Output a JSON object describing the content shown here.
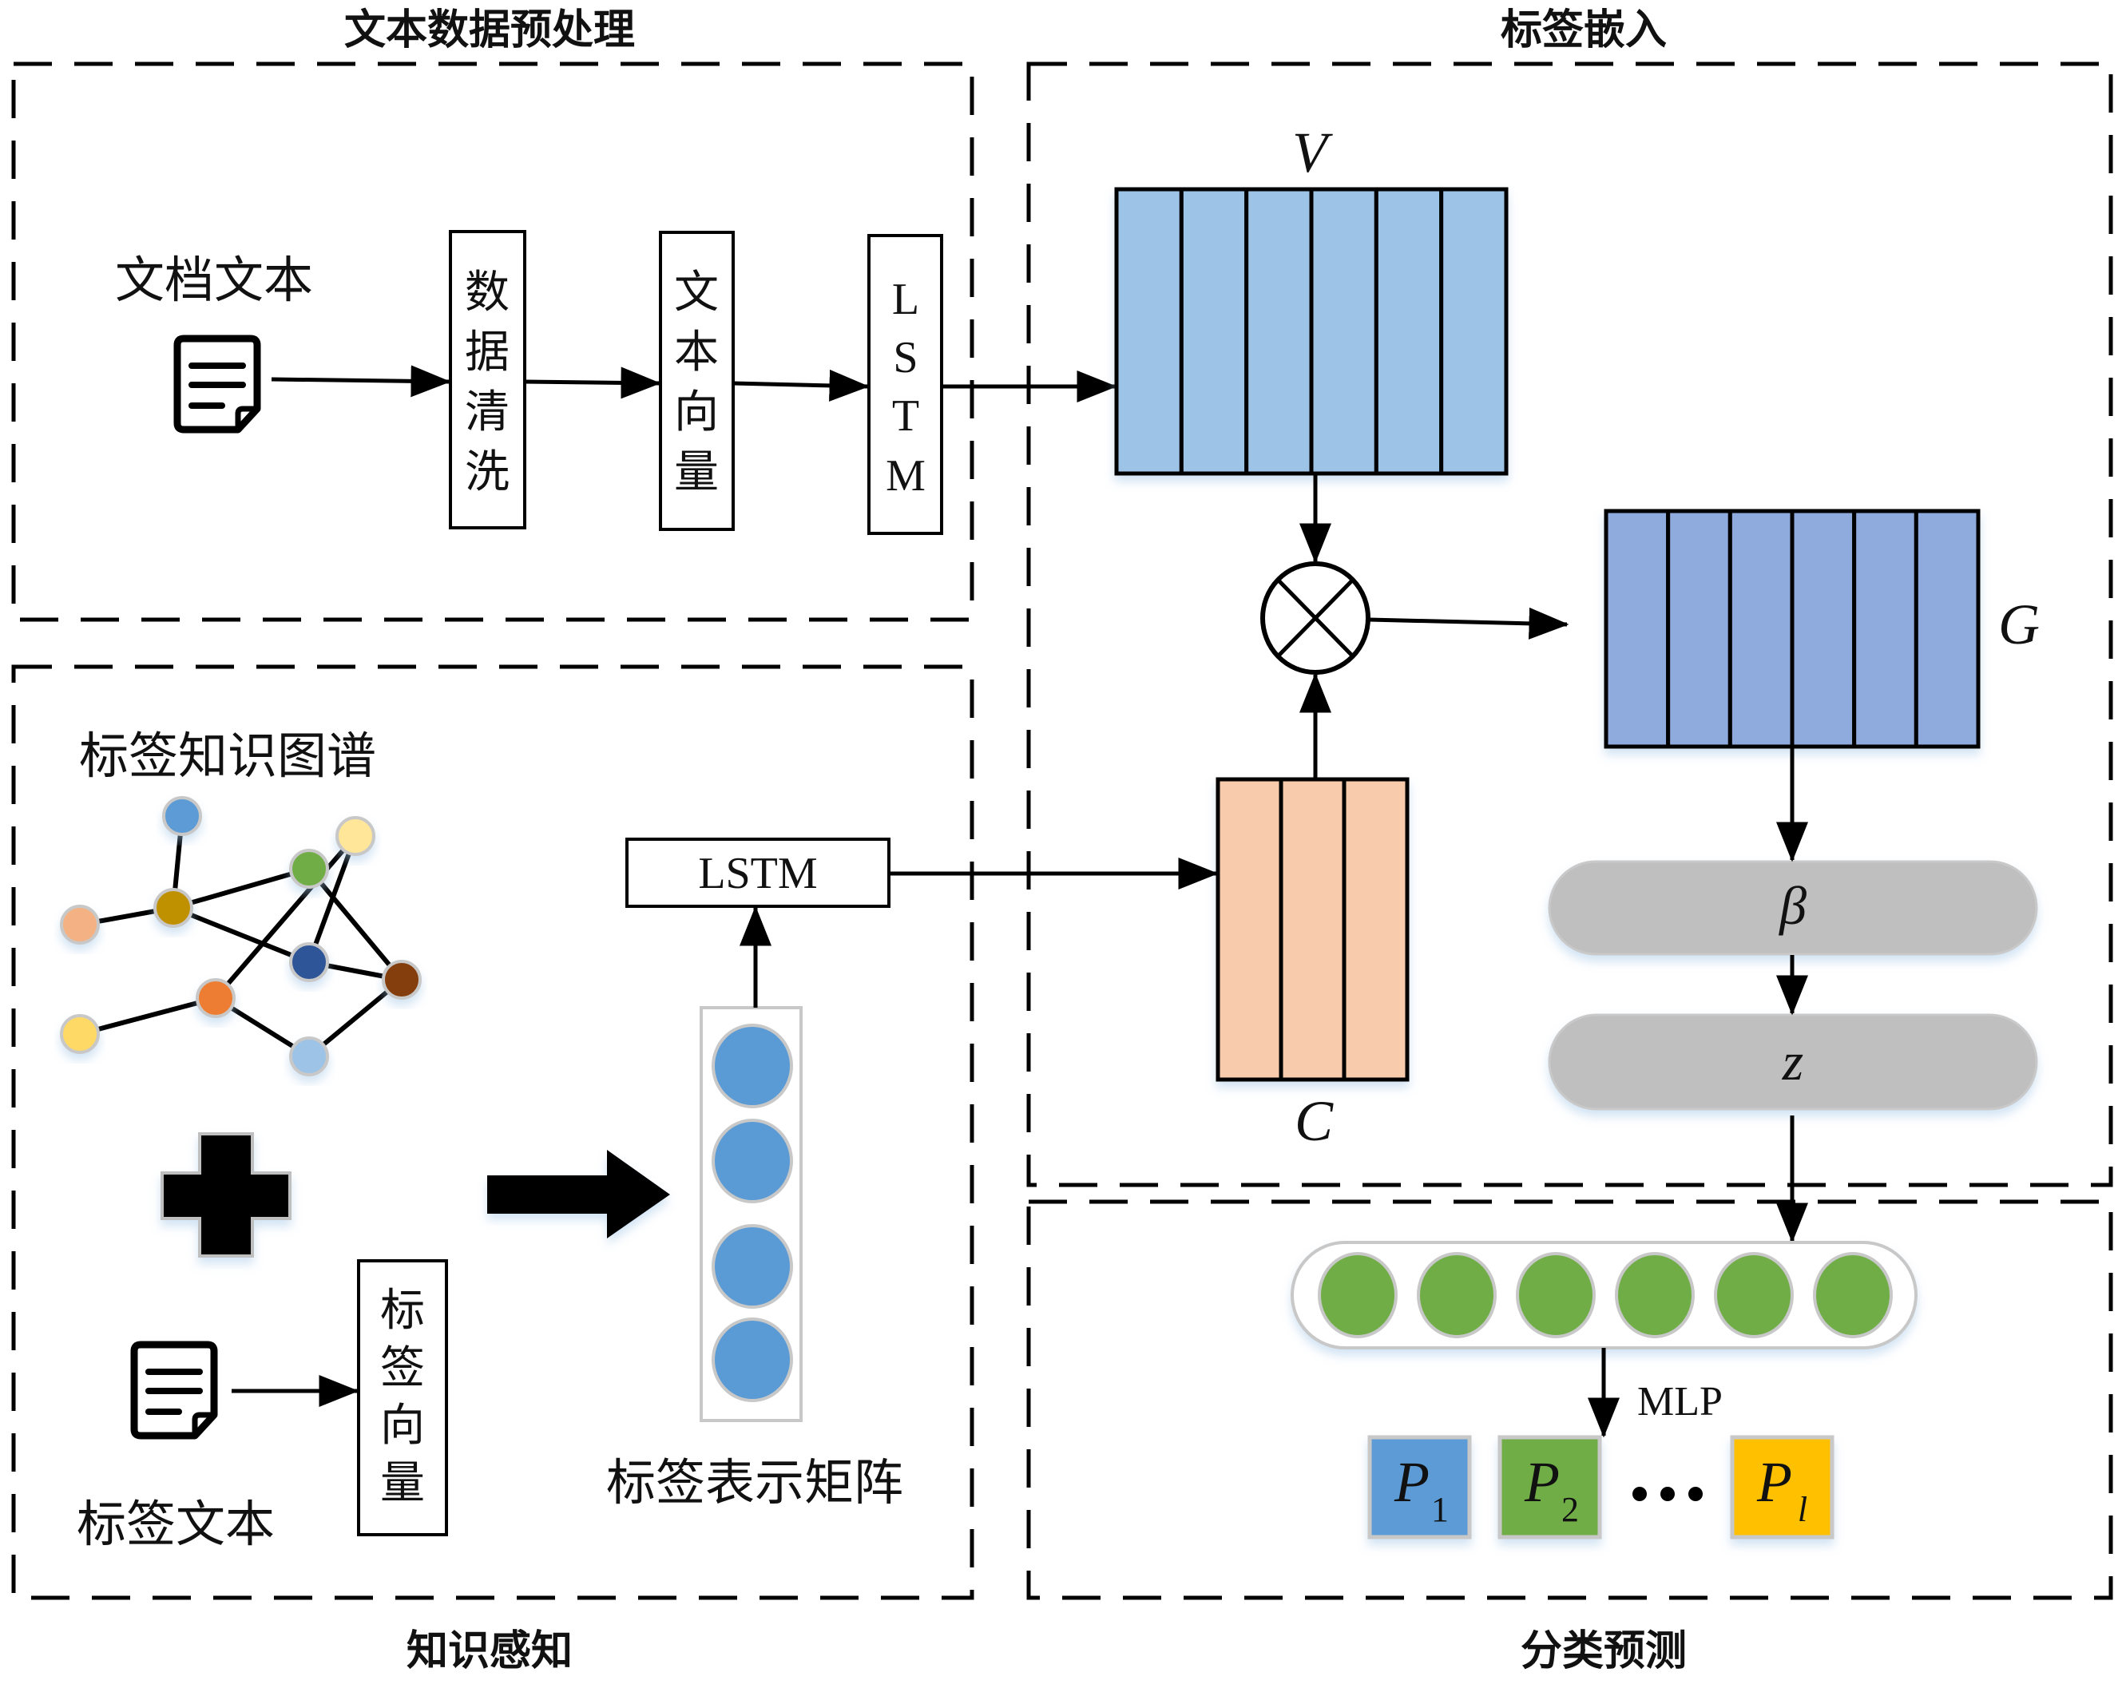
{
  "sections": {
    "text_preprocessing": "文本数据预处理",
    "label_embedding": "标签嵌入",
    "knowledge_perception": "知识感知",
    "classification_prediction": "分类预测"
  },
  "preprocessing": {
    "doc_label": "文档文本",
    "doc_icon": "document-icon",
    "steps": [
      {
        "chars": [
          "数",
          "据",
          "清",
          "洗"
        ],
        "meaning": "数据清洗"
      },
      {
        "chars": [
          "文",
          "本",
          "向",
          "量"
        ],
        "meaning": "文本向量"
      },
      {
        "chars": [
          "L",
          "S",
          "T",
          "M"
        ],
        "meaning": "LSTM"
      }
    ]
  },
  "knowledge": {
    "graph_label": "标签知识图谱",
    "graph_nodes": [
      {
        "id": "n1",
        "color": "#5b9bd5"
      },
      {
        "id": "n2",
        "color": "#ffe699"
      },
      {
        "id": "n3",
        "color": "#70ad47"
      },
      {
        "id": "n4",
        "color": "#bf9000"
      },
      {
        "id": "n5",
        "color": "#f4b183"
      },
      {
        "id": "n6",
        "color": "#2f5597"
      },
      {
        "id": "n7",
        "color": "#843c0c"
      },
      {
        "id": "n8",
        "color": "#ed7d31"
      },
      {
        "id": "n9",
        "color": "#ffd966"
      },
      {
        "id": "n10",
        "color": "#9dc3e6"
      }
    ],
    "graph_edges": [
      [
        "n1",
        "n4"
      ],
      [
        "n5",
        "n4"
      ],
      [
        "n4",
        "n3"
      ],
      [
        "n4",
        "n6"
      ],
      [
        "n2",
        "n8"
      ],
      [
        "n2",
        "n6"
      ],
      [
        "n3",
        "n7"
      ],
      [
        "n6",
        "n7"
      ],
      [
        "n9",
        "n8"
      ],
      [
        "n8",
        "n10"
      ],
      [
        "n10",
        "n7"
      ]
    ],
    "plus_icon": "plus-icon",
    "label_text": "标签文本",
    "label_vector_chars": [
      "标",
      "签",
      "向",
      "量"
    ],
    "matrix_label": "标签表示矩阵",
    "matrix_cells": 4,
    "matrix_color": "#5b9bd5",
    "lstm_label": "LSTM"
  },
  "embedding": {
    "v_label": "V",
    "v_columns": 6,
    "v_color": "#9dc3e6",
    "g_label": "G",
    "g_columns": 6,
    "g_color": "#8faadc",
    "c_label": "C",
    "c_columns": 3,
    "c_color": "#f8cbad",
    "op_symbol": "multiply-circle",
    "beta_label": "β",
    "z_label": "z",
    "pill_color": "#bfbfbf"
  },
  "prediction": {
    "nodes": 6,
    "node_color": "#70ad47",
    "mlp_label": "MLP",
    "outputs": [
      {
        "base": "P",
        "sub": "1",
        "color": "#5b9bd5"
      },
      {
        "base": "P",
        "sub": "2",
        "color": "#70ad47"
      },
      {
        "base": "P",
        "sub": "l",
        "color": "#ffc000"
      }
    ],
    "ellipsis": "···"
  }
}
